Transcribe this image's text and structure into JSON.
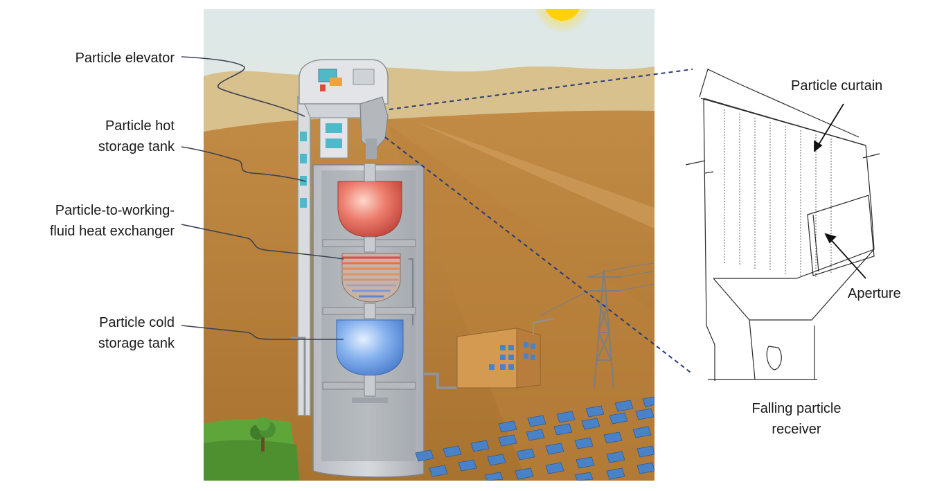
{
  "labels": {
    "particle_elevator": "Particle elevator",
    "hot_tank_line1": "Particle hot",
    "hot_tank_line2": "storage tank",
    "hx_line1": "Particle-to-working-",
    "hx_line2": "fluid heat exchanger",
    "cold_tank_line1": "Particle cold",
    "cold_tank_line2": "storage tank",
    "curtain": "Particle curtain",
    "aperture": "Aperture",
    "receiver_line1": "Falling particle",
    "receiver_line2": "receiver"
  },
  "colors": {
    "sky": "#e9ecd9",
    "hills": "#c9a86a",
    "ground": "#b8823f",
    "grass": "#5fa63a",
    "tower": "#c9ccd0",
    "hot_tank": "#e0645a",
    "cold_tank": "#6f9fe0",
    "heliostat": "#4a82c8",
    "sun": "#ffd200"
  }
}
